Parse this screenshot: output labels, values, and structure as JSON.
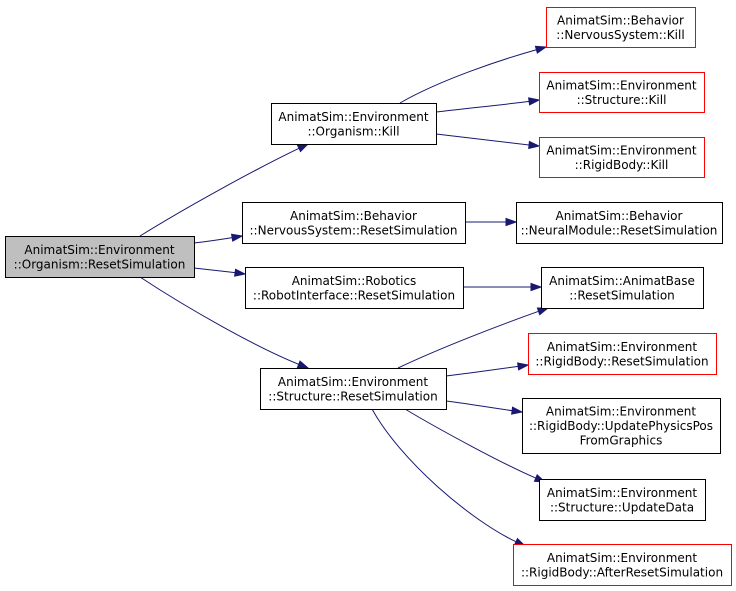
{
  "graph": {
    "colors": {
      "edge": "#191970",
      "root_fill": "#bfbfbf",
      "missing_border": "#ff0000",
      "normal_border": "#000000"
    },
    "nodes": [
      {
        "id": "root",
        "lines": [
          "AnimatSim::Environment",
          "::Organism::ResetSimulation"
        ],
        "style": "root"
      },
      {
        "id": "org-kill",
        "lines": [
          "AnimatSim::Environment",
          "::Organism::Kill"
        ],
        "style": "normal"
      },
      {
        "id": "ns-reset",
        "lines": [
          "AnimatSim::Behavior",
          "::NervousSystem::ResetSimulation"
        ],
        "style": "normal"
      },
      {
        "id": "robot-reset",
        "lines": [
          "AnimatSim::Robotics",
          "::RobotInterface::ResetSimulation"
        ],
        "style": "normal"
      },
      {
        "id": "struct-reset",
        "lines": [
          "AnimatSim::Environment",
          "::Structure::ResetSimulation"
        ],
        "style": "normal"
      },
      {
        "id": "ns-kill",
        "lines": [
          "AnimatSim::Behavior",
          "::NervousSystem::Kill"
        ],
        "style": "red"
      },
      {
        "id": "struct-kill",
        "lines": [
          "AnimatSim::Environment",
          "::Structure::Kill"
        ],
        "style": "red"
      },
      {
        "id": "rb-kill",
        "lines": [
          "AnimatSim::Environment",
          "::RigidBody::Kill"
        ],
        "style": "red"
      },
      {
        "id": "nm-reset",
        "lines": [
          "AnimatSim::Behavior",
          "::NeuralModule::ResetSimulation"
        ],
        "style": "normal"
      },
      {
        "id": "ab-reset",
        "lines": [
          "AnimatSim::AnimatBase",
          "::ResetSimulation"
        ],
        "style": "normal"
      },
      {
        "id": "rb-reset",
        "lines": [
          "AnimatSim::Environment",
          "::RigidBody::ResetSimulation"
        ],
        "style": "red"
      },
      {
        "id": "rb-update",
        "lines": [
          "AnimatSim::Environment",
          "::RigidBody::UpdatePhysicsPos",
          "FromGraphics"
        ],
        "style": "normal"
      },
      {
        "id": "struct-update",
        "lines": [
          "AnimatSim::Environment",
          "::Structure::UpdateData"
        ],
        "style": "normal"
      },
      {
        "id": "rb-after",
        "lines": [
          "AnimatSim::Environment",
          "::RigidBody::AfterResetSimulation"
        ],
        "style": "red"
      }
    ],
    "edges": [
      {
        "from": "root",
        "to": "org-kill"
      },
      {
        "from": "root",
        "to": "ns-reset"
      },
      {
        "from": "root",
        "to": "robot-reset"
      },
      {
        "from": "root",
        "to": "struct-reset"
      },
      {
        "from": "org-kill",
        "to": "ns-kill"
      },
      {
        "from": "org-kill",
        "to": "struct-kill"
      },
      {
        "from": "org-kill",
        "to": "rb-kill"
      },
      {
        "from": "ns-reset",
        "to": "nm-reset"
      },
      {
        "from": "robot-reset",
        "to": "ab-reset"
      },
      {
        "from": "struct-reset",
        "to": "ab-reset"
      },
      {
        "from": "struct-reset",
        "to": "rb-reset"
      },
      {
        "from": "struct-reset",
        "to": "rb-update"
      },
      {
        "from": "struct-reset",
        "to": "struct-update"
      },
      {
        "from": "struct-reset",
        "to": "rb-after"
      }
    ]
  }
}
